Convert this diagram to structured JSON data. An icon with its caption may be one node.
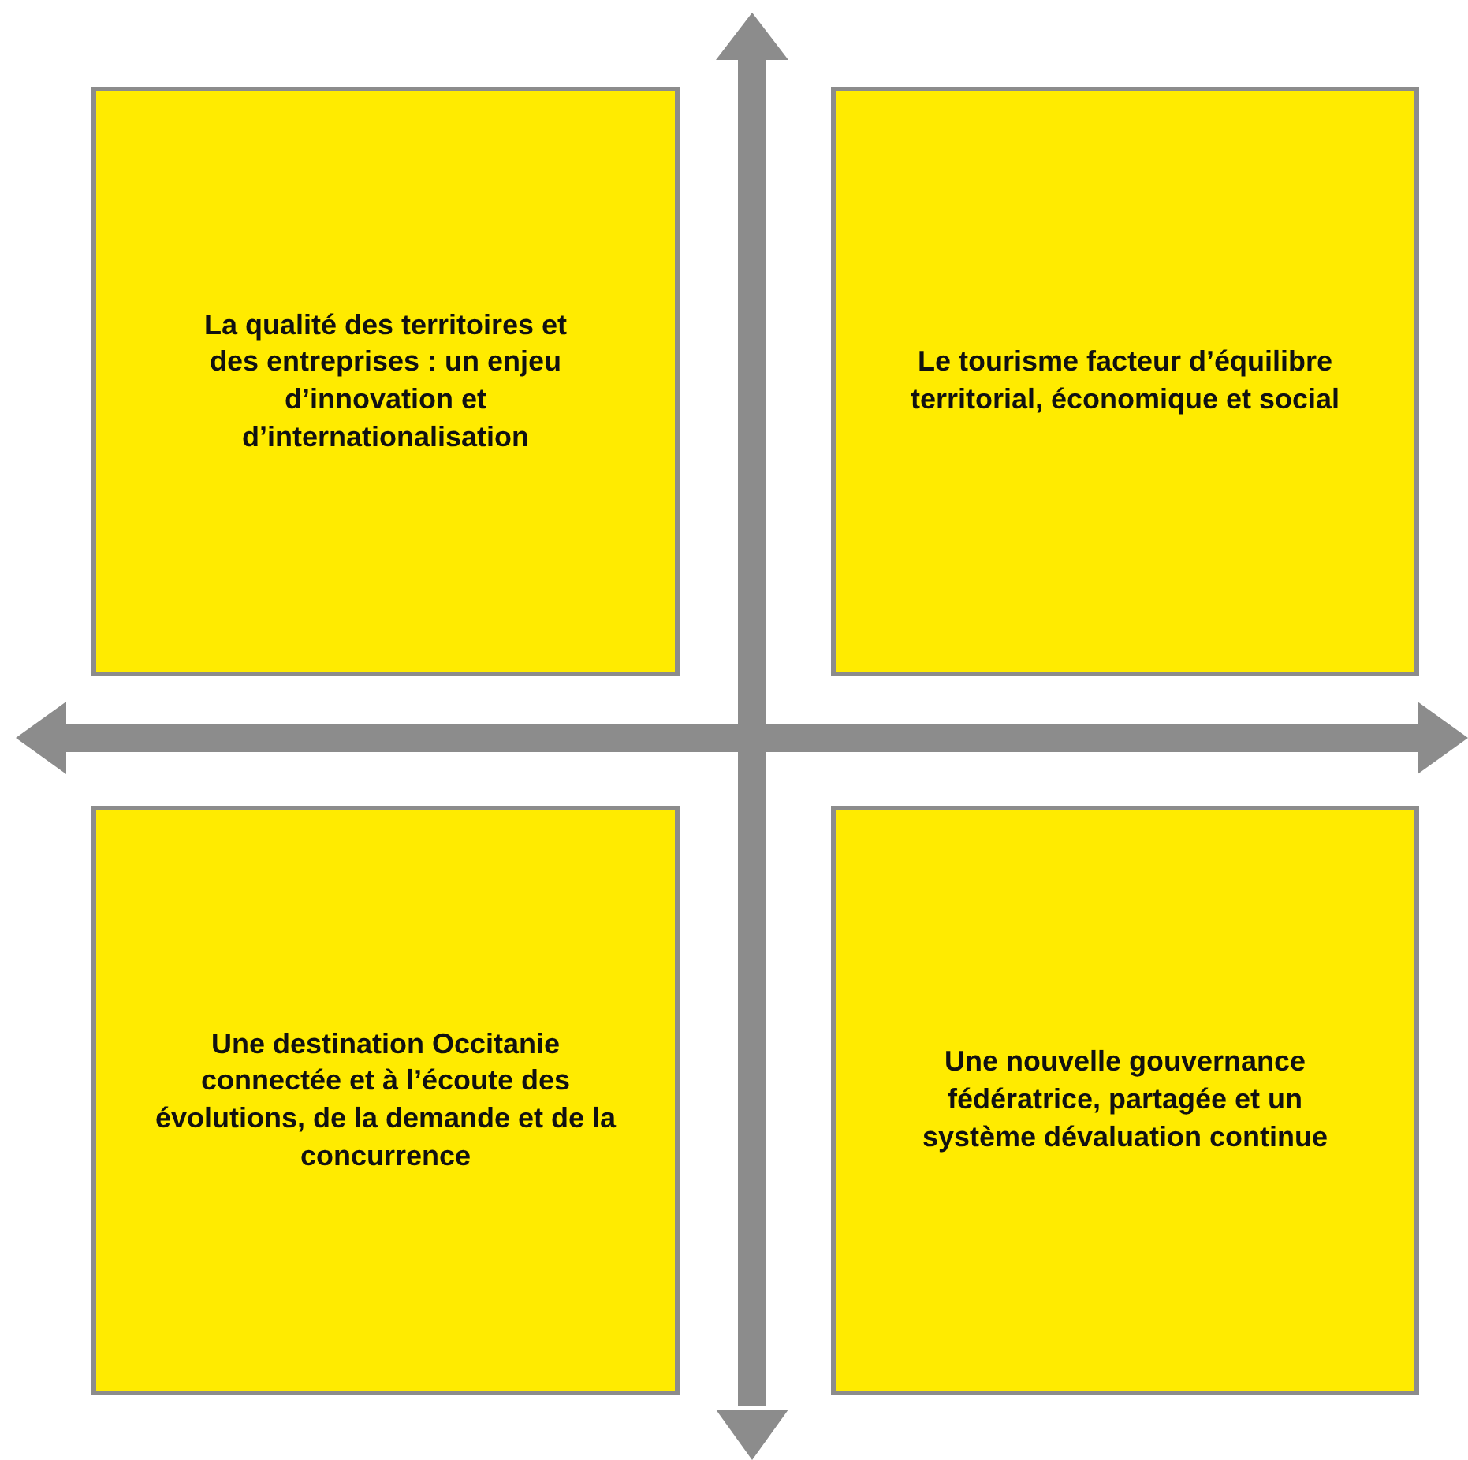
{
  "diagram": {
    "nodes": [
      {
        "text": [
          "La qualité des territoires et des entreprises : un enjeu d’innovation et d’internationalisation"
        ]
      },
      {
        "text": [
          "Le tourisme facteur d’équilibre territorial, économique et social"
        ]
      },
      {
        "text": [
          "Une destination Occitanie connectée et à l’écoute des évolutions, de la demande et de la concurrence"
        ]
      },
      {
        "text": [
          "Une nouvelle gouvernance fédératrice, partagée et un système dévaluation continue"
        ]
      }
    ]
  }
}
